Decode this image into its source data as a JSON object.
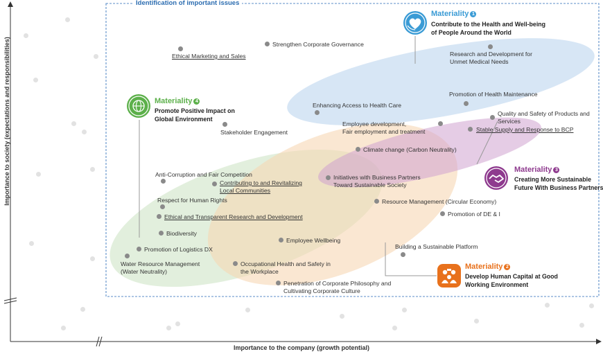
{
  "frame_title": "Identification of important issues",
  "axis": {
    "x_label": "Importance to the company (growth potential)",
    "y_label": "Importance to society (expectations and responsibilities)"
  },
  "materialities": [
    {
      "title": "Materiality",
      "num": "1",
      "line1": "Contribute to the Health and Well-being",
      "line2": "of People Around the World",
      "color": "#3a9bd5",
      "icon": "heart-globe-icon"
    },
    {
      "title": "Materiality",
      "num": "2",
      "line1": "Develop Human Capital at Good",
      "line2": "Working Environment",
      "color": "#e8711c",
      "icon": "people-group-icon"
    },
    {
      "title": "Materiality",
      "num": "3",
      "line1": "Creating More Sustainable",
      "line2": "Future With Business Partners",
      "color": "#8e3a8e",
      "icon": "handshake-icon"
    },
    {
      "title": "Materiality",
      "num": "4",
      "line1": "Promote Positive Impact on",
      "line2": "Global Environment",
      "color": "#5cb04a",
      "icon": "globe-leaf-icon"
    }
  ],
  "issues": [
    {
      "text": "Strengthen Corporate Governance"
    },
    {
      "text": "Ethical Marketing and Sales"
    },
    {
      "text": "Research and Development for\nUnmet Medical Needs"
    },
    {
      "text": "Promotion of Health Maintenance"
    },
    {
      "text": "Enhancing Access to Health Care"
    },
    {
      "text": "Quality and Safety of Products and\nServices"
    },
    {
      "text": "Employee development,\nFair employment and treatment"
    },
    {
      "text": "Stable Supply and Response to BCP"
    },
    {
      "text": "Stakeholder Engagement"
    },
    {
      "text": "Climate change (Carbon Neutrality)"
    },
    {
      "text": "Anti-Corruption and Fair Competition"
    },
    {
      "text": "Contributing to and Revitalizing\nLocal Communities"
    },
    {
      "text": "Initiatives with Business Partners\nToward Sustainable Society"
    },
    {
      "text": "Respect for Human Rights"
    },
    {
      "text": "Resource Management (Circular Economy)"
    },
    {
      "text": "Ethical and Transparent Research and Development"
    },
    {
      "text": "Promotion of DE & I"
    },
    {
      "text": "Biodiversity"
    },
    {
      "text": "Employee Wellbeing"
    },
    {
      "text": "Promotion of Logistics DX"
    },
    {
      "text": "Building a Sustainable Platform"
    },
    {
      "text": "Water Resource Management\n(Water Neutrality)"
    },
    {
      "text": "Occupational Health and Safety in\nthe Workplace"
    },
    {
      "text": "Penetration of Corporate Philosophy and\nCultivating Corporate Culture"
    }
  ]
}
